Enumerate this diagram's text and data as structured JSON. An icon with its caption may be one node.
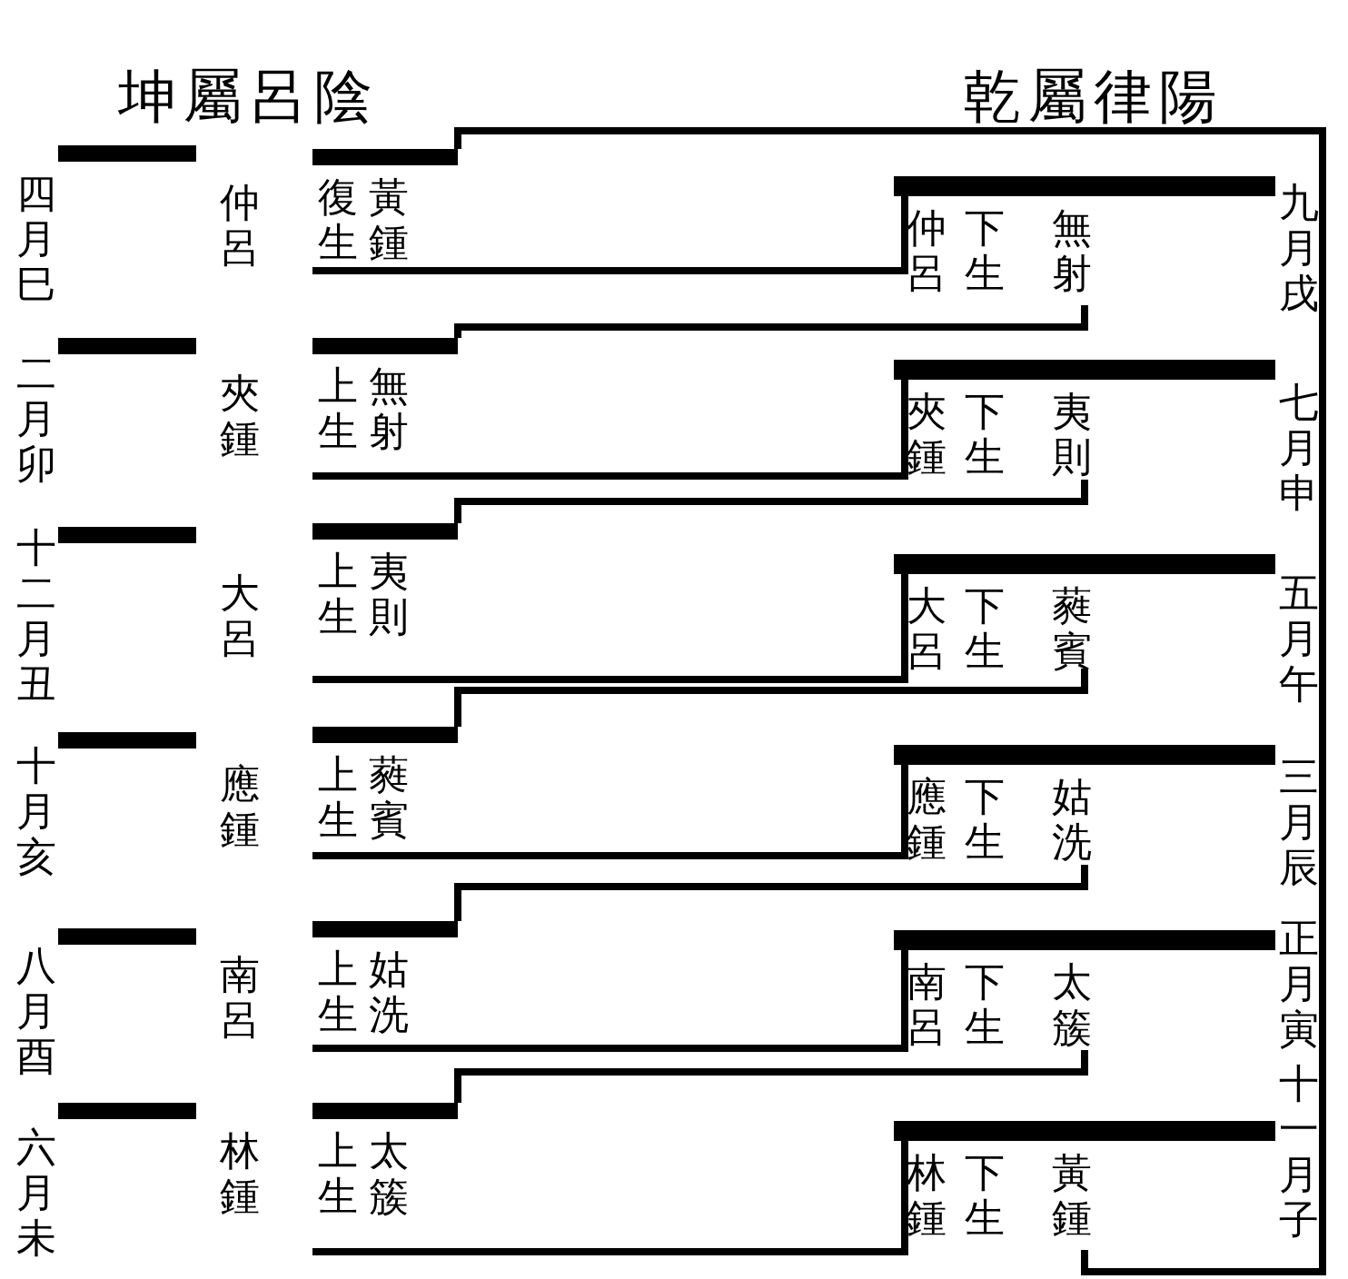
{
  "diagram": {
    "nodes": [
      {
        "text": [
          "四月巳"
        ]
      },
      {
        "text": [
          "仲呂"
        ]
      },
      {
        "text": [
          "復生",
          "黃鍾"
        ]
      },
      {
        "text": [
          "仲呂",
          "下生",
          "無射"
        ]
      },
      {
        "text": [
          "九月戌"
        ]
      },
      {
        "text": [
          "二月卯"
        ]
      },
      {
        "text": [
          "夾鍾"
        ]
      },
      {
        "text": [
          "上生",
          "無射"
        ]
      },
      {
        "text": [
          "夾鍾",
          "下生",
          "夷則"
        ]
      },
      {
        "text": [
          "七月申"
        ]
      },
      {
        "text": [
          "十二月丑"
        ]
      },
      {
        "text": [
          "大呂"
        ]
      },
      {
        "text": [
          "上生",
          "夷則"
        ]
      },
      {
        "text": [
          "大呂",
          "下生",
          "蕤賓"
        ]
      },
      {
        "text": [
          "五月午"
        ]
      },
      {
        "text": [
          "十月亥"
        ]
      },
      {
        "text": [
          "應鍾"
        ]
      },
      {
        "text": [
          "上生",
          "蕤賓"
        ]
      },
      {
        "text": [
          "應鍾",
          "下生",
          "姑洗"
        ]
      },
      {
        "text": [
          "三月辰"
        ]
      },
      {
        "text": [
          "八月酉"
        ]
      },
      {
        "text": [
          "南呂"
        ]
      },
      {
        "text": [
          "上生",
          "姑洗"
        ]
      },
      {
        "text": [
          "南呂",
          "下生",
          "太簇"
        ]
      },
      {
        "text": [
          "正月寅"
        ]
      },
      {
        "text": [
          "六月未"
        ]
      },
      {
        "text": [
          "林鍾"
        ]
      },
      {
        "text": [
          "上生",
          "太簇"
        ]
      },
      {
        "text": [
          "林鍾",
          "下生",
          "黃鍾"
        ]
      },
      {
        "text": [
          "十一月子"
        ]
      }
    ],
    "edges": [
      {
        "from": 2,
        "to": 3,
        "arrow": "none"
      },
      {
        "from": 3,
        "to": 7,
        "arrow": "none"
      },
      {
        "from": 7,
        "to": 8,
        "arrow": "none"
      },
      {
        "from": 8,
        "to": 12,
        "arrow": "none"
      },
      {
        "from": 12,
        "to": 13,
        "arrow": "none"
      },
      {
        "from": 13,
        "to": 17,
        "arrow": "none"
      },
      {
        "from": 17,
        "to": 18,
        "arrow": "none"
      },
      {
        "from": 18,
        "to": 22,
        "arrow": "none"
      },
      {
        "from": 22,
        "to": 23,
        "arrow": "none"
      },
      {
        "from": 23,
        "to": 27,
        "arrow": "none"
      },
      {
        "from": 27,
        "to": 28,
        "arrow": "none"
      },
      {
        "from": 28,
        "to": 2,
        "arrow": "none"
      }
    ],
    "labels": [
      "坤屬呂陰",
      "乾屬律陽"
    ]
  }
}
